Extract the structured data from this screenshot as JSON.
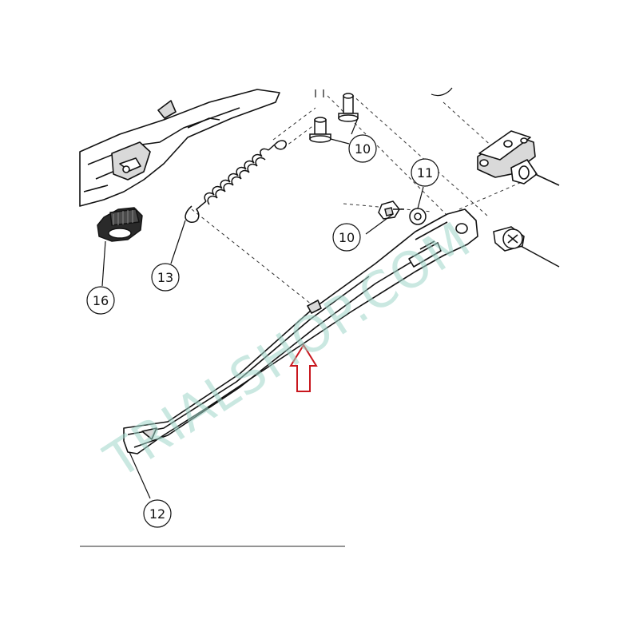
{
  "diagram": {
    "watermark_text": "TRIALSHOP.COM",
    "callouts": [
      {
        "id": "10-upper",
        "label": "10"
      },
      {
        "id": "10-lower",
        "label": "10"
      },
      {
        "id": "11",
        "label": "11"
      },
      {
        "id": "12",
        "label": "12"
      },
      {
        "id": "13",
        "label": "13"
      },
      {
        "id": "16",
        "label": "16"
      }
    ],
    "colors": {
      "line": "#111111",
      "part_fill": "#ffffff",
      "shade": "#d9d9d9",
      "dark_part": "#2a2a2a",
      "arrow": "#c8161d",
      "watermark": "#9fd6c9",
      "rule": "#555555"
    },
    "indicator": {
      "icon": "arrow-up-outline-icon"
    }
  }
}
